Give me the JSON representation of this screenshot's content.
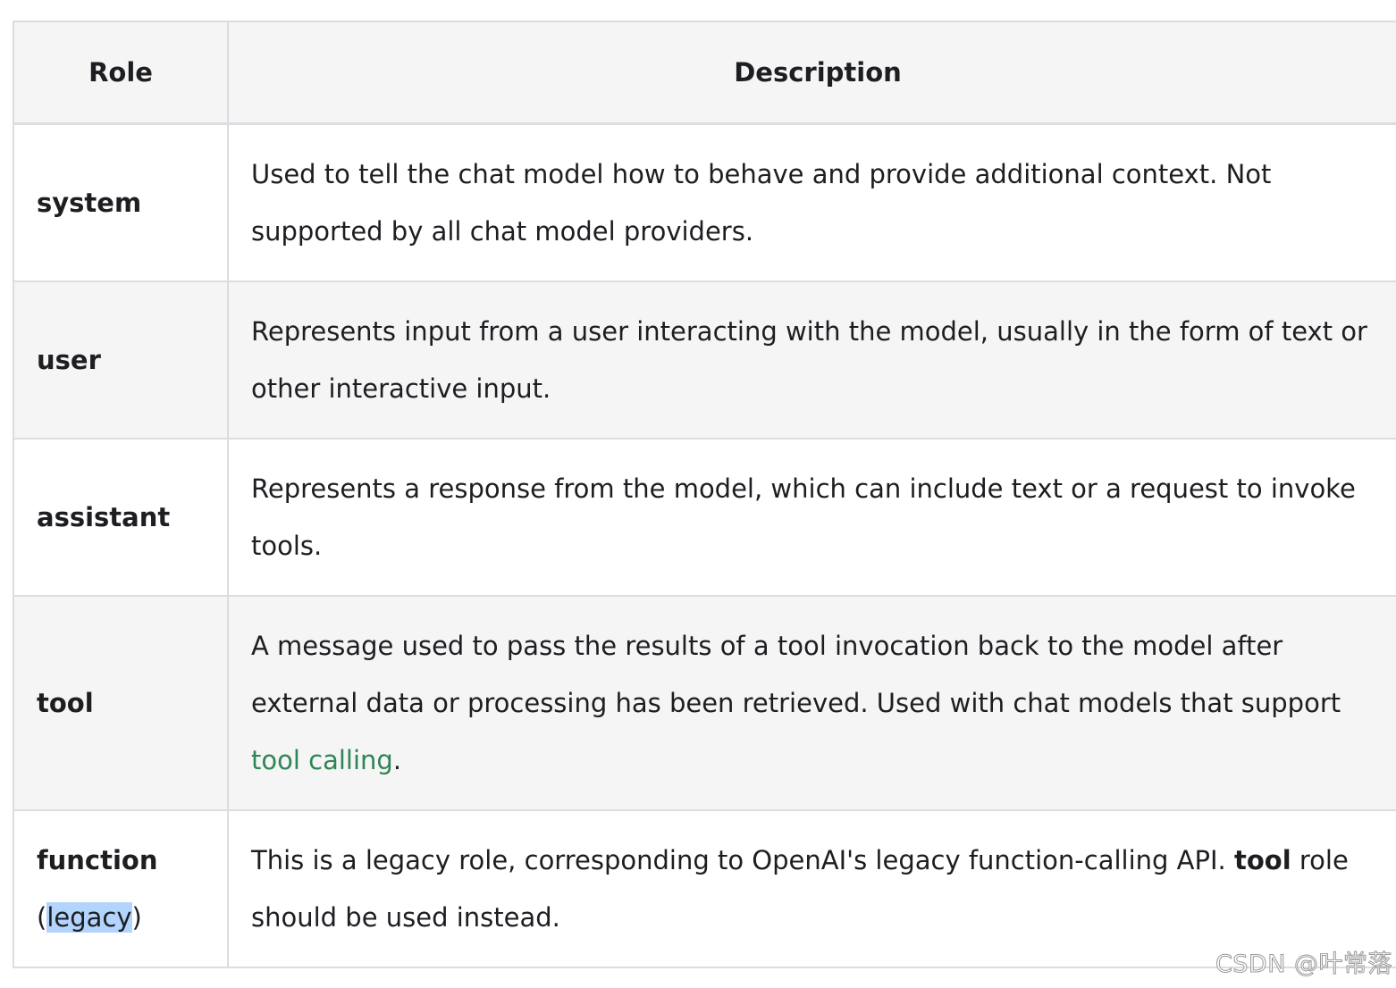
{
  "table": {
    "headers": {
      "role": "Role",
      "description": "Description"
    },
    "rows": {
      "system": {
        "role": "system",
        "description": "Used to tell the chat model how to behave and provide additional context. Not supported by all chat model providers."
      },
      "user": {
        "role": "user",
        "description": "Represents input from a user interacting with the model, usually in the form of text or other interactive input."
      },
      "assistant": {
        "role": "assistant",
        "description": "Represents a response from the model, which can include text or a request to invoke tools."
      },
      "tool": {
        "role": "tool",
        "description_before": "A message used to pass the results of a tool invocation back to the model after external data or processing has been retrieved. Used with chat models that support ",
        "link_text": "tool calling",
        "description_after": "."
      },
      "function": {
        "role": "function",
        "role_paren_open": "(",
        "role_highlighted": "legacy",
        "role_paren_close": ")",
        "description_before": "This is a legacy role, corresponding to OpenAI's legacy function-calling API. ",
        "bold_text": "tool",
        "description_after": " role should be used instead."
      }
    }
  },
  "watermark": "CSDN @叶常落",
  "colors": {
    "link": "#2e8555",
    "selection_highlight": "#b3d4fc",
    "header_background": "#f5f5f5",
    "border": "#dadde1"
  }
}
